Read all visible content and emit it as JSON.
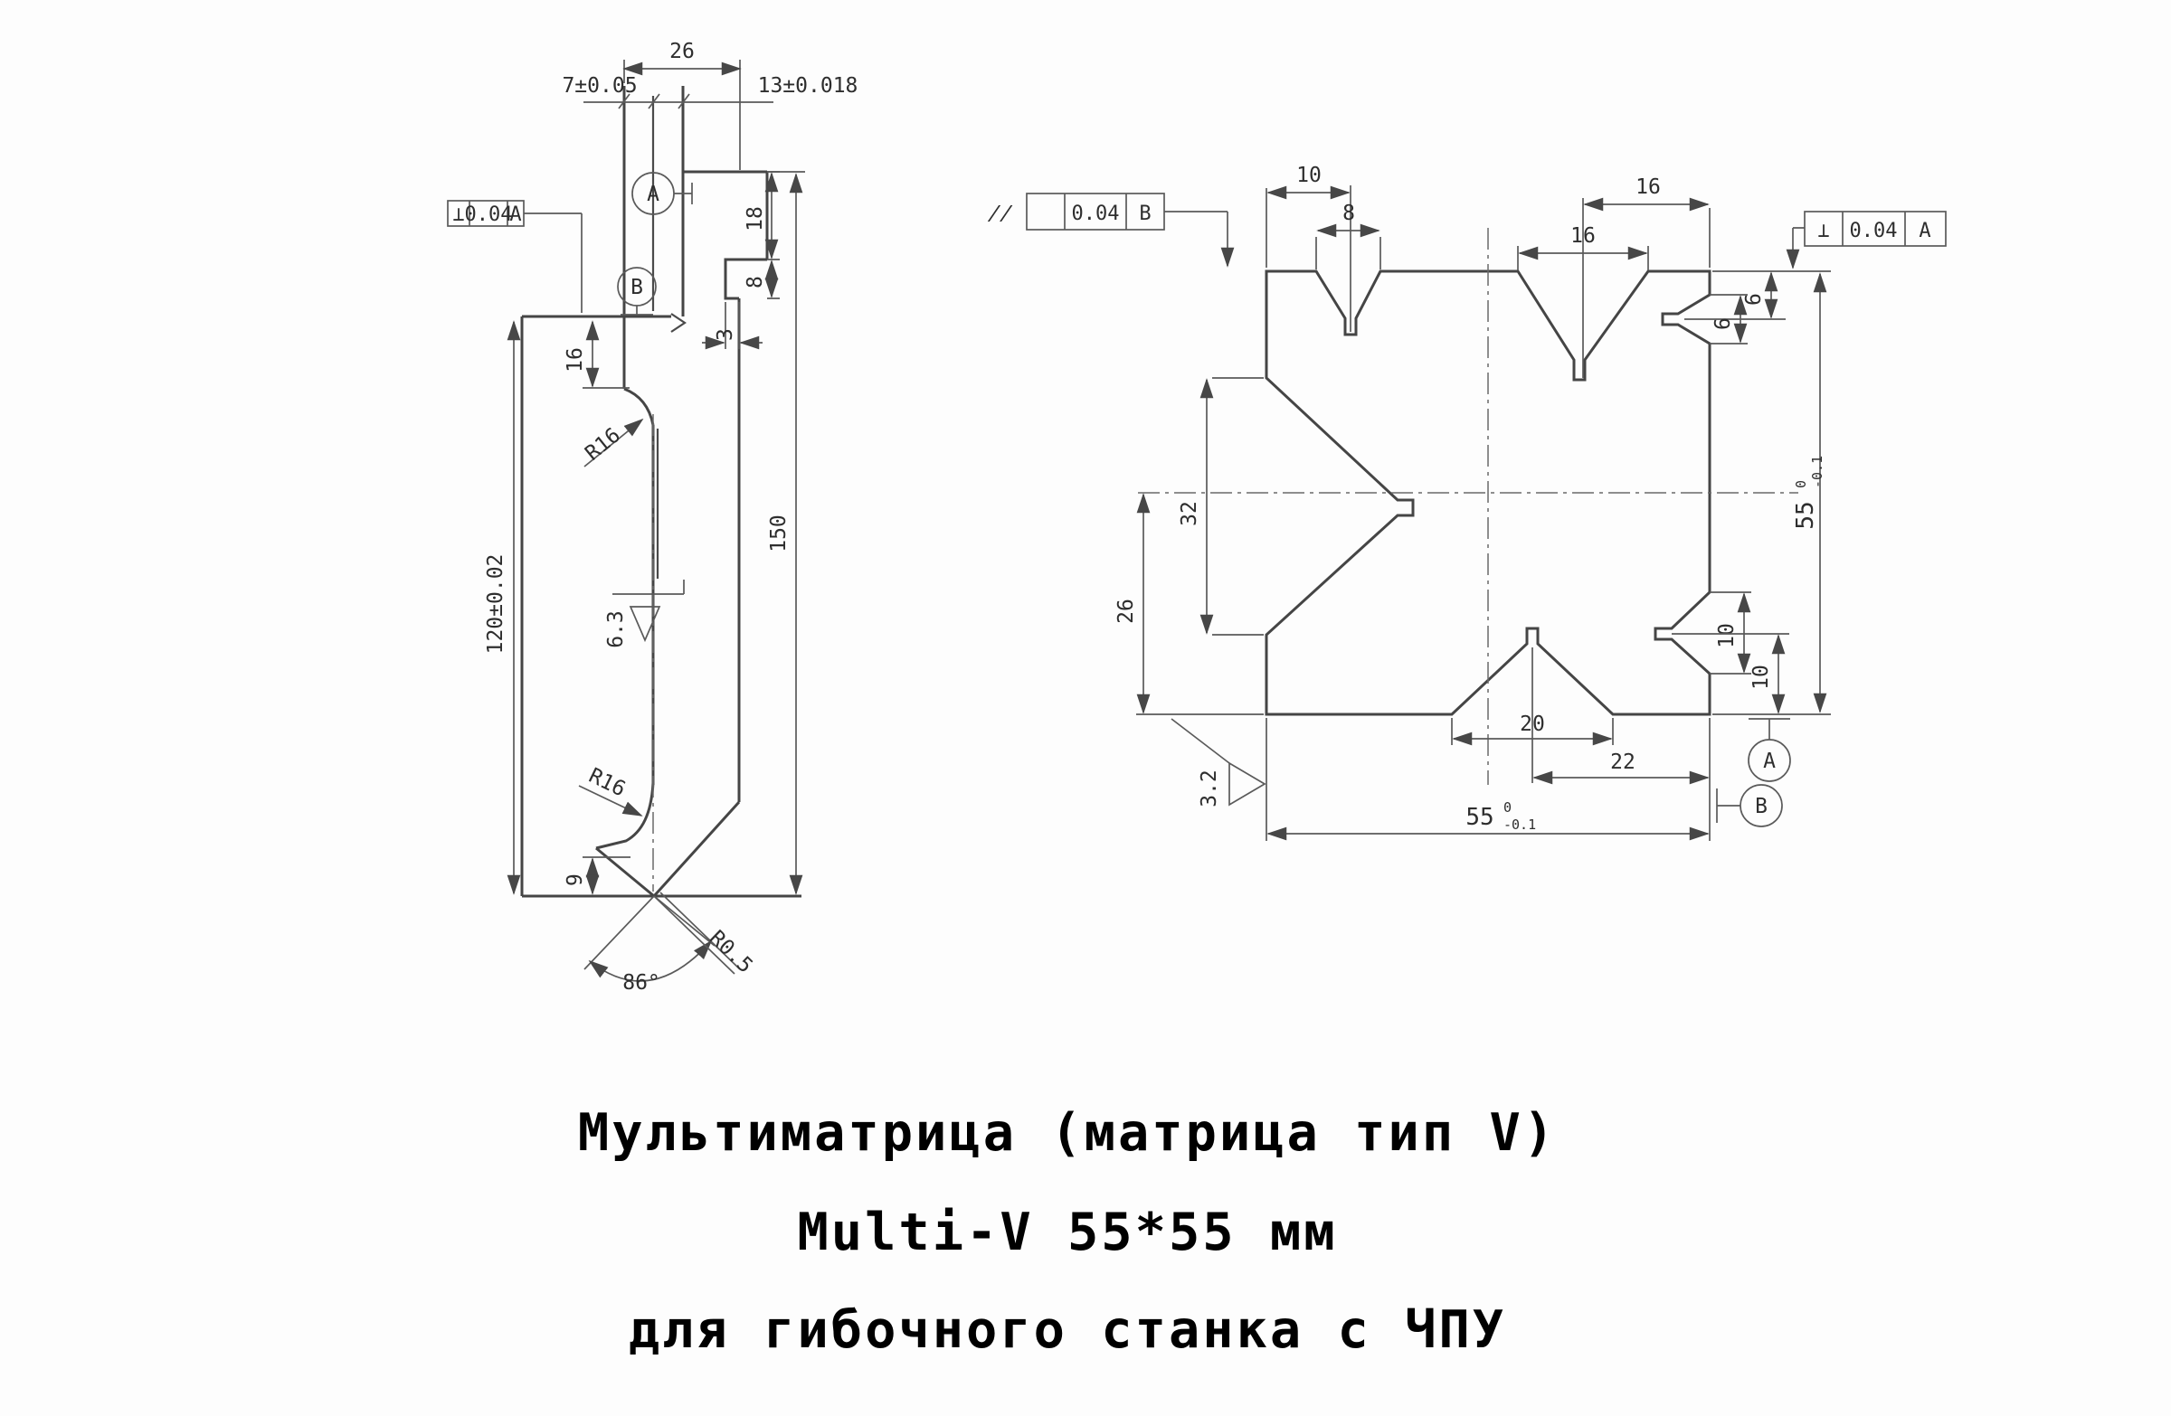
{
  "caption": {
    "line1": "Мультиматрица (матрица тип V)",
    "line2": "Multi-V 55*55 мм",
    "line3": "для гибочного станка с ЧПУ"
  },
  "left_view": {
    "gdt_frame": {
      "symbol": "⊥",
      "tolerance": "0.04",
      "datum": "A"
    },
    "datum_targets": {
      "a": "A",
      "b": "B"
    },
    "dims": {
      "top_width": "26",
      "slot_width": "7±0.05",
      "tang_width": "13±0.018",
      "step_depth_18": "18",
      "step_height_8": "8",
      "step_offset_3": "3",
      "shoulder_16": "16",
      "upper_radius": "R16",
      "roughness": "6.3",
      "height_overall": "150",
      "height_working": "120±0.02",
      "lower_radius": "R16",
      "heel_height_9": "9",
      "v_angle": "86°",
      "tip_radius": "R0.5"
    }
  },
  "right_view": {
    "parallelism_frame": {
      "symbol": "//",
      "tolerance": "0.04",
      "datum": "B"
    },
    "perpendicularity_frame": {
      "symbol": "⊥",
      "tolerance": "0.04",
      "datum": "A"
    },
    "datum_circles": {
      "a": "A",
      "b": "B"
    },
    "dims": {
      "v8_offset": "10",
      "v8_opening": "8",
      "v16_offset": "16",
      "v16_opening": "16",
      "v6_offset": "6",
      "v6_opening": "6",
      "v10_opening": "10",
      "v10_offset": "10",
      "v20_opening": "20",
      "v20_offset": "22",
      "v32_opening": "32",
      "v32_offset": "26",
      "size_value": "55",
      "size_tol_upper": "0",
      "size_tol_lower": "-0.1",
      "roughness": "3.2"
    }
  }
}
